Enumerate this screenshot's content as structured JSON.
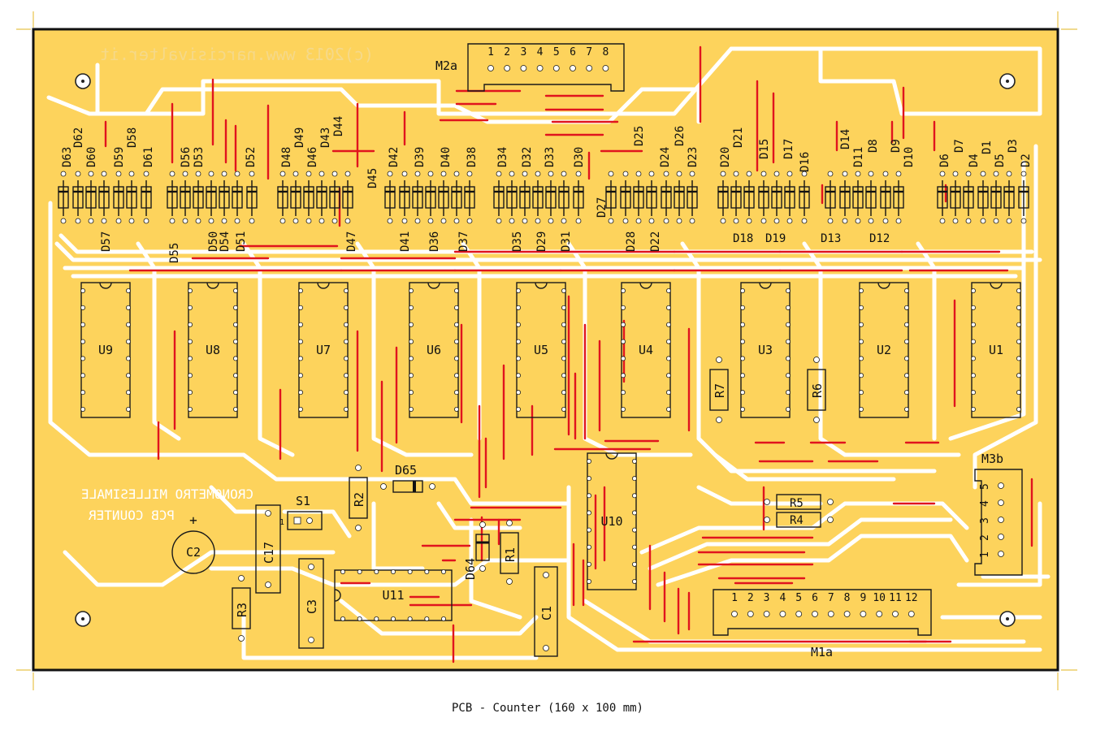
{
  "colors": {
    "board": "#fdd35c",
    "copper_void": "#ffffff",
    "jumper": "#e0141e",
    "silkscreen": "#111111",
    "board_edge": "#111111"
  },
  "board": {
    "credit": "(c)2013 www.narcisivalter.it",
    "title_line1": "CRONOMETRO MILLESIMALE",
    "title_line2": "PCB COUNTER",
    "caption": "PCB - Counter (160 x 100 mm)"
  },
  "ics": [
    {
      "ref": "U9",
      "pins": 16
    },
    {
      "ref": "U8",
      "pins": 16
    },
    {
      "ref": "U7",
      "pins": 16
    },
    {
      "ref": "U6",
      "pins": 16
    },
    {
      "ref": "U5",
      "pins": 16
    },
    {
      "ref": "U4",
      "pins": 16
    },
    {
      "ref": "U3",
      "pins": 16
    },
    {
      "ref": "U2",
      "pins": 16
    },
    {
      "ref": "U1",
      "pins": 16
    },
    {
      "ref": "U10",
      "pins": 16
    },
    {
      "ref": "U11",
      "pins": 14
    }
  ],
  "connectors": {
    "M2a": {
      "label": "M2a",
      "pins": [
        "1",
        "2",
        "3",
        "4",
        "5",
        "6",
        "7",
        "8"
      ]
    },
    "M1a": {
      "label": "M1a",
      "pins": [
        "1",
        "2",
        "3",
        "4",
        "5",
        "6",
        "7",
        "8",
        "9",
        "10",
        "11",
        "12"
      ]
    },
    "M3b": {
      "label": "M3b",
      "pins": [
        "1",
        "2",
        "3",
        "4",
        "5"
      ]
    },
    "S1": {
      "label": "S1",
      "pin1": "1"
    }
  },
  "passives": {
    "R1": "R1",
    "R2": "R2",
    "R3": "R3",
    "R4": "R4",
    "R5": "R5",
    "R6": "R6",
    "R7": "R7",
    "C1": "C1",
    "C2": "C2",
    "C3": "C3",
    "C17": "C17",
    "D64": "D64",
    "D65": "D65",
    "C2_polarity": "+"
  },
  "diode_labels_top": [
    "D63",
    "D62",
    "D60",
    "D59",
    "D58",
    "D61",
    "D56",
    "D53",
    "D52",
    "D48",
    "D49",
    "D46",
    "D43",
    "D44",
    "D45",
    "D42",
    "D39",
    "D40",
    "D38",
    "D34",
    "D32",
    "D33",
    "D30",
    "D25",
    "D27",
    "D24",
    "D26",
    "D23",
    "D20",
    "D21",
    "D15",
    "D17",
    "D16",
    "D14",
    "D11",
    "D8",
    "D9",
    "D10",
    "D6",
    "D7",
    "D4",
    "D1",
    "D5",
    "D3",
    "D2"
  ],
  "diode_labels_bottom": [
    "D57",
    "D55",
    "D50",
    "D54",
    "D51",
    "D47",
    "D41",
    "D36",
    "D37",
    "D35",
    "D29",
    "D31",
    "D28",
    "D22",
    "D18",
    "D19",
    "D13",
    "D12"
  ]
}
